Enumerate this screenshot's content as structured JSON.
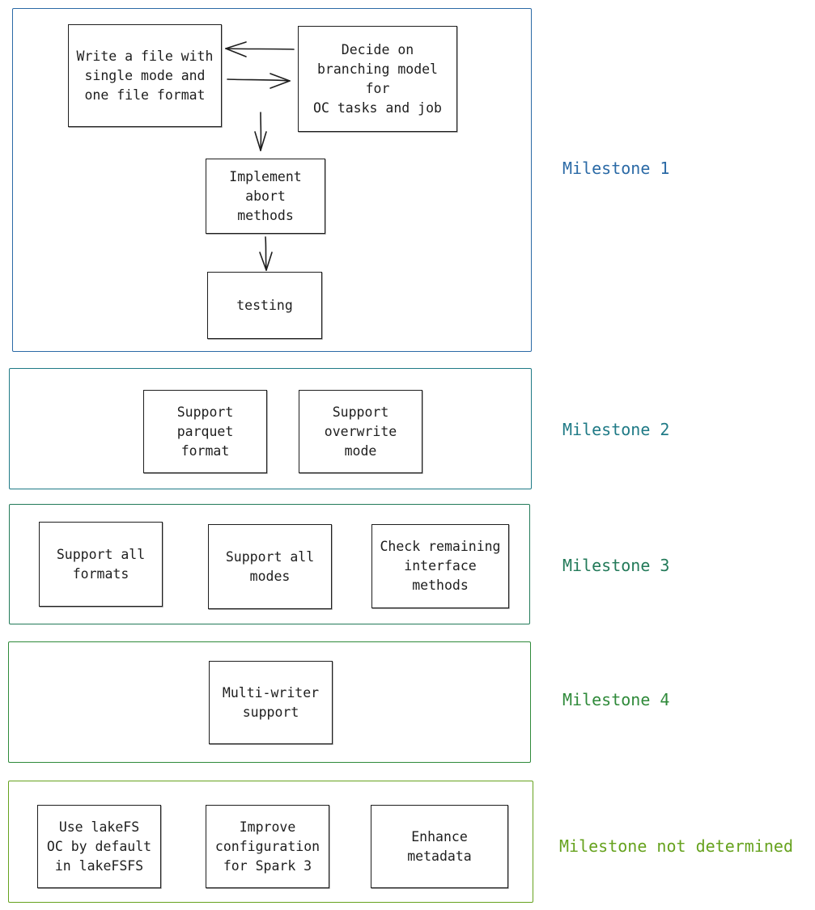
{
  "colors": {
    "m1": "#2b6aa6",
    "m2": "#1f7a86",
    "m3": "#237a59",
    "m4": "#2f8a3a",
    "mnd": "#66a21e",
    "box_border": "#1e1e1e"
  },
  "milestones": [
    {
      "label": "Milestone 1",
      "boxes": [
        {
          "lines": [
            "Write a file with",
            "single mode and",
            "one file format"
          ]
        },
        {
          "lines": [
            "Decide on",
            "branching model for",
            "OC tasks and job"
          ]
        },
        {
          "lines": [
            "Implement",
            "abort",
            "methods"
          ]
        },
        {
          "lines": [
            "testing"
          ]
        }
      ]
    },
    {
      "label": "Milestone 2",
      "boxes": [
        {
          "lines": [
            "Support",
            "parquet",
            "format"
          ]
        },
        {
          "lines": [
            "Support",
            "overwrite",
            "mode"
          ]
        }
      ]
    },
    {
      "label": "Milestone 3",
      "boxes": [
        {
          "lines": [
            "Support all",
            "formats"
          ]
        },
        {
          "lines": [
            "Support all",
            "modes"
          ]
        },
        {
          "lines": [
            "Check remaining",
            "interface",
            "methods"
          ]
        }
      ]
    },
    {
      "label": "Milestone 4",
      "boxes": [
        {
          "lines": [
            "Multi-writer",
            "support"
          ]
        }
      ]
    },
    {
      "label": "Milestone not determined",
      "boxes": [
        {
          "lines": [
            "Use lakeFS",
            "OC by default",
            "in lakeFSFS"
          ]
        },
        {
          "lines": [
            "Improve",
            "configuration",
            "for Spark 3"
          ]
        },
        {
          "lines": [
            "Enhance",
            "metadata"
          ]
        }
      ]
    }
  ]
}
